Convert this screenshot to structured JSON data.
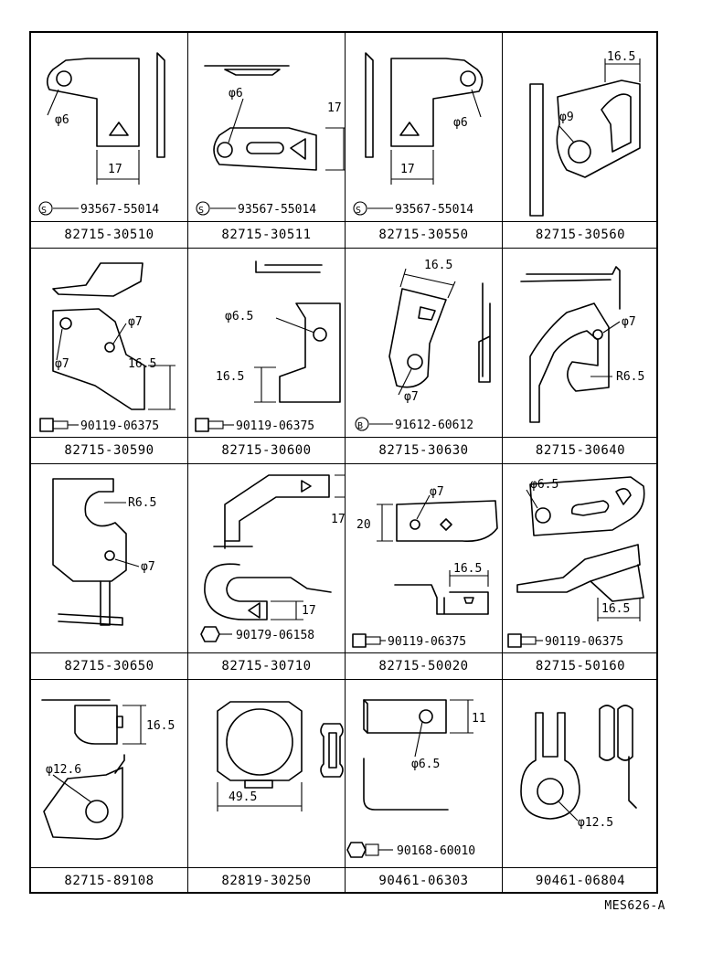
{
  "reference_code": "MES626-A",
  "cells": [
    {
      "part_number": "82715-30510",
      "fastener": "93567-55014",
      "fastener_symbol": "S",
      "dims": [
        "φ6",
        "17"
      ]
    },
    {
      "part_number": "82715-30511",
      "fastener": "93567-55014",
      "fastener_symbol": "S",
      "dims": [
        "φ6",
        "17"
      ]
    },
    {
      "part_number": "82715-30550",
      "fastener": "93567-55014",
      "fastener_symbol": "S",
      "dims": [
        "φ6",
        "17"
      ]
    },
    {
      "part_number": "82715-30560",
      "fastener": "",
      "fastener_symbol": "",
      "dims": [
        "φ9",
        "16.5"
      ]
    },
    {
      "part_number": "82715-30590",
      "fastener": "90119-06375",
      "fastener_symbol": "",
      "dims": [
        "φ7",
        "φ7",
        "16.5"
      ]
    },
    {
      "part_number": "82715-30600",
      "fastener": "90119-06375",
      "fastener_symbol": "",
      "dims": [
        "φ6.5",
        "16.5"
      ]
    },
    {
      "part_number": "82715-30630",
      "fastener": "91612-60612",
      "fastener_symbol": "B",
      "dims": [
        "16.5",
        "φ7"
      ]
    },
    {
      "part_number": "82715-30640",
      "fastener": "",
      "fastener_symbol": "",
      "dims": [
        "φ7",
        "R6.5"
      ]
    },
    {
      "part_number": "82715-30650",
      "fastener": "",
      "fastener_symbol": "",
      "dims": [
        "R6.5",
        "φ7"
      ]
    },
    {
      "part_number": "82715-30710",
      "fastener": "90179-06158",
      "fastener_symbol": "",
      "dims": [
        "17",
        "17"
      ]
    },
    {
      "part_number": "82715-50020",
      "fastener": "90119-06375",
      "fastener_symbol": "",
      "dims": [
        "φ7",
        "20",
        "16.5"
      ]
    },
    {
      "part_number": "82715-50160",
      "fastener": "90119-06375",
      "fastener_symbol": "",
      "dims": [
        "φ6.5",
        "16.5"
      ]
    },
    {
      "part_number": "82715-89108",
      "fastener": "",
      "fastener_symbol": "",
      "dims": [
        "16.5",
        "φ12.6"
      ]
    },
    {
      "part_number": "82819-30250",
      "fastener": "",
      "fastener_symbol": "",
      "dims": [
        "49.5"
      ]
    },
    {
      "part_number": "90461-06303",
      "fastener": "90168-60010",
      "fastener_symbol": "",
      "dims": [
        "11",
        "φ6.5"
      ]
    },
    {
      "part_number": "90461-06804",
      "fastener": "",
      "fastener_symbol": "",
      "dims": [
        "φ12.5"
      ]
    }
  ]
}
